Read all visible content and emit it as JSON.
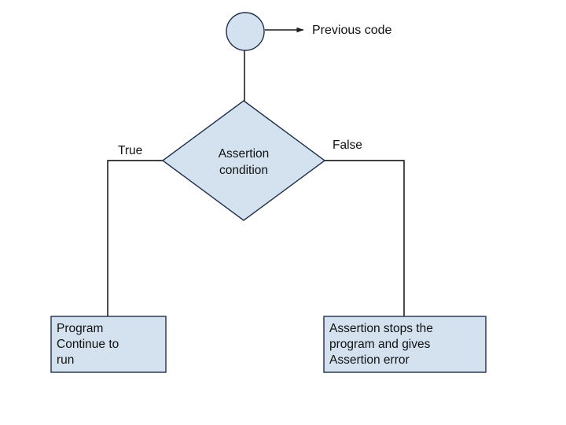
{
  "diagram": {
    "type": "flowchart",
    "title": "Assertion condition flow",
    "background_color": "#ffffff",
    "node_fill_color": "#d4e2f0",
    "node_stroke_color": "#20304a",
    "connector_color": "#000000",
    "text_color": "#111111"
  },
  "nodes": {
    "start": {
      "shape": "circle",
      "label": ""
    },
    "previous_code": {
      "shape": "label",
      "label": "Previous code"
    },
    "decision": {
      "shape": "diamond",
      "line1": "Assertion",
      "line2": "condition"
    },
    "true_outcome": {
      "shape": "rectangle",
      "line1": "Program",
      "line2": "Continue to",
      "line3": "run"
    },
    "false_outcome": {
      "shape": "rectangle",
      "line1": "Assertion stops the",
      "line2": "program and gives",
      "line3": "Assertion error"
    }
  },
  "edges": {
    "true_label": "True",
    "false_label": "False"
  }
}
